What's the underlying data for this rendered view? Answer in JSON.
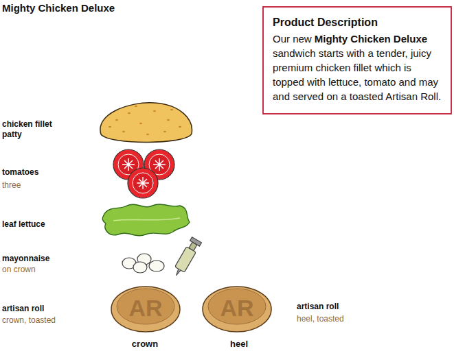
{
  "diagram": {
    "title": "Mighty Chicken Deluxe",
    "nodes": [
      {
        "text": [
          "Product Description",
          "Our new Mighty Chicken Deluxe sandwich starts with a tender, juicy premium chicken fillet which is topped with lettuce, tomato and may and served on a toasted Artisan Roll."
        ]
      }
    ],
    "labels": [
      "chicken fillet patty",
      "tomatoes",
      "three",
      "leaf lettuce",
      "mayonnaise",
      "on crown",
      "artisan roll",
      "crown, toasted",
      "AR",
      "AR",
      "crown",
      "heel",
      "artisan roll",
      "heel, toasted"
    ]
  }
}
